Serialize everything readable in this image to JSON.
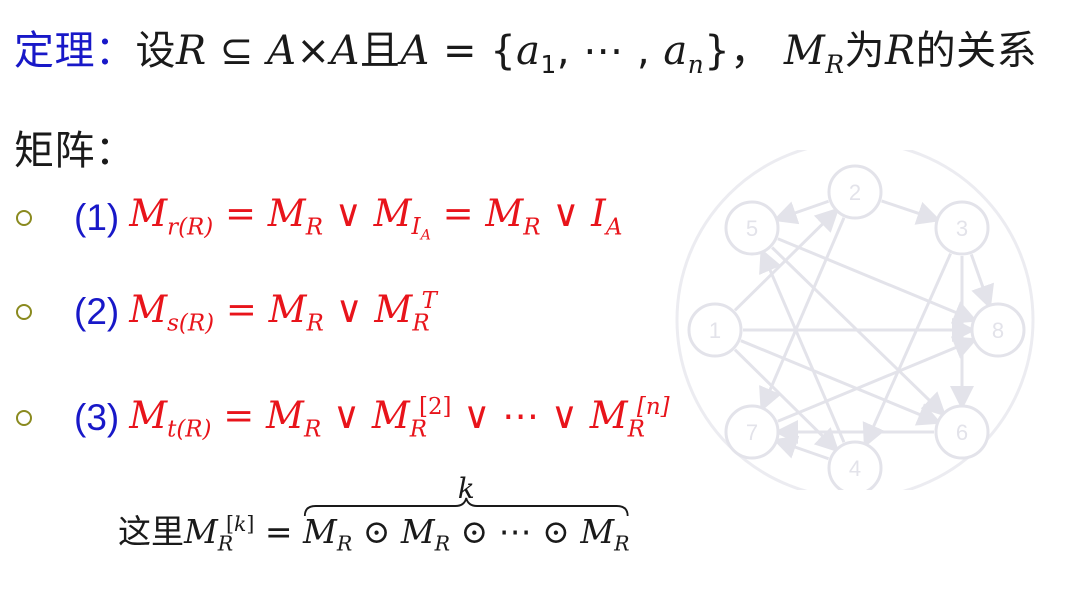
{
  "title": {
    "term": "定理",
    "colon": "：",
    "statement": "设R ⊆ A×A且A = {a₁, ⋯, aₙ}， M",
    "statement_sub": "R",
    "statement_end": "为R的关系",
    "line2": "矩阵："
  },
  "items": [
    {
      "label": "(1)",
      "formula": "M"
    },
    {
      "label": "(2)",
      "formula": "M"
    },
    {
      "label": "(3)",
      "formula": "M"
    }
  ],
  "note": {
    "prefix": "这里",
    "k": "k"
  },
  "graph": {
    "nodes": [
      "1",
      "2",
      "3",
      "5",
      "6",
      "7",
      "4",
      "8"
    ],
    "color": "#e3e3ea"
  }
}
